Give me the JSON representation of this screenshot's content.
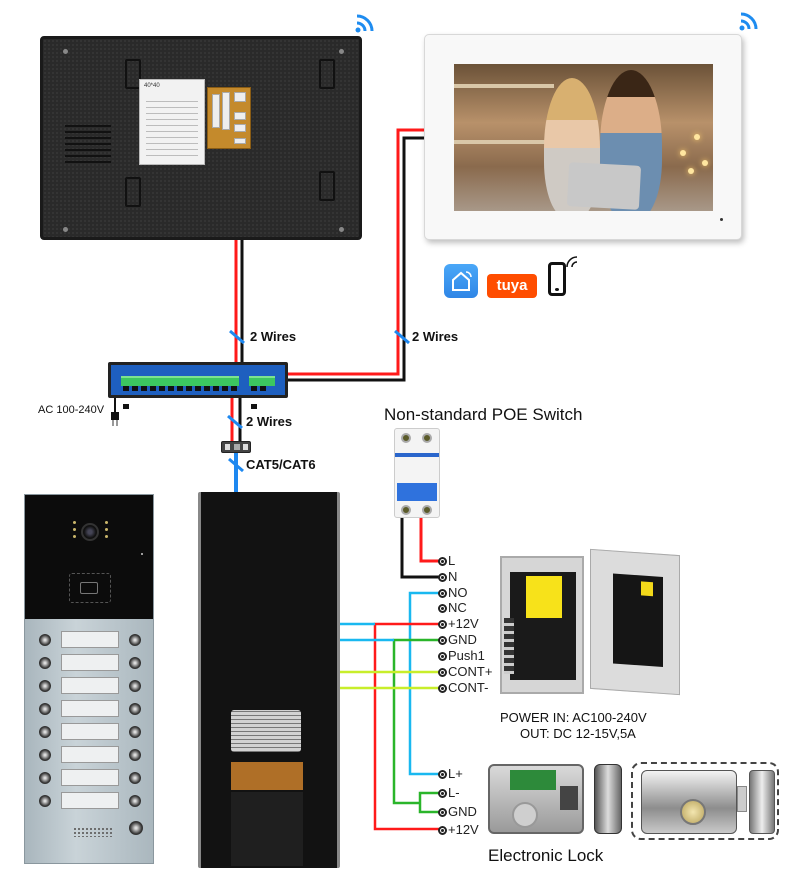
{
  "diagram": {
    "title": "Video intercom wiring diagram",
    "devices": {
      "indoor_monitor_back": "Indoor monitor (rear)",
      "indoor_monitor_front": "Indoor monitor (front, WiFi)",
      "poe_switch": "Non-standard POE Switch",
      "outdoor_station_front": "Outdoor station panel",
      "outdoor_station_back": "Outdoor station (rear)",
      "power_supply": "Power supply",
      "electronic_lock": "Electronic Lock"
    },
    "monitor_back_sticker": "40*40",
    "app_icons": {
      "smart_home": "smart-home-app",
      "tuya_label": "tuya",
      "phone": "smartphone"
    }
  },
  "labels": {
    "wires_monitor_left": "2 Wires",
    "wires_monitor_right": "2 Wires",
    "wires_down": "2 Wires",
    "cable_type": "CAT5/CAT6",
    "ac_input": "AC 100-240V",
    "poe_switch_title": "Non-standard POE Switch",
    "power_in": "POWER  IN: AC100-240V",
    "power_out": "OUT: DC 12-15V,5A",
    "lock_title": "Electronic Lock"
  },
  "psu_terminals": [
    "L",
    "N",
    "NO",
    "NC",
    "+12V",
    "GND",
    "Push1",
    "CONT+",
    "CONT-"
  ],
  "lock_terminals": [
    "L+",
    "L-",
    "GND",
    "+12V"
  ],
  "colors": {
    "wire_red": "#ff1a1a",
    "wire_black": "#111111",
    "wire_blue_cat": "#1e88f0",
    "wire_cyan": "#19b8f0",
    "wire_green": "#2ab52a",
    "wire_yellow_green": "#c8ee2a",
    "wifi_blue": "#1e8cf0",
    "tuya_orange": "#ff4d00",
    "poe_blue": "#1e5fbf"
  }
}
